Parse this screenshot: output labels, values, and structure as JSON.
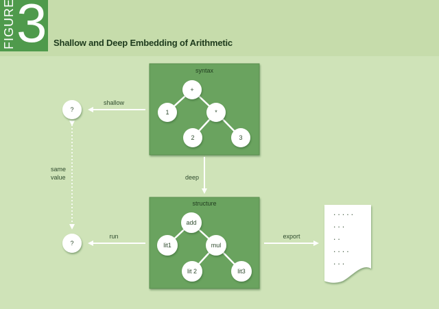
{
  "figure": {
    "word": "FIGURE",
    "number": "3"
  },
  "title": "Shallow and Deep Embedding of Arithmetic",
  "syntax": {
    "label": "syntax",
    "nodes": {
      "plus": "+",
      "one": "1",
      "times": "*",
      "two": "2",
      "three": "3"
    }
  },
  "structure": {
    "label": "structure",
    "nodes": {
      "add": "add",
      "lit1": "lit1",
      "mul": "mul",
      "lit2": "lit 2",
      "lit3": "lit3"
    }
  },
  "arrows": {
    "shallow": "shallow",
    "deep": "deep",
    "run": "run",
    "export": "export",
    "same_line1": "same",
    "same_line2": "value"
  },
  "results": {
    "top": "?",
    "bottom": "?"
  },
  "document": {
    "lines": [
      ".....",
      "...",
      "..",
      "....",
      "..."
    ]
  },
  "colors": {
    "background": "#cfe3b8",
    "panel": "#6aa35f",
    "accent": "#4f9a4c",
    "node": "#ffffff"
  }
}
